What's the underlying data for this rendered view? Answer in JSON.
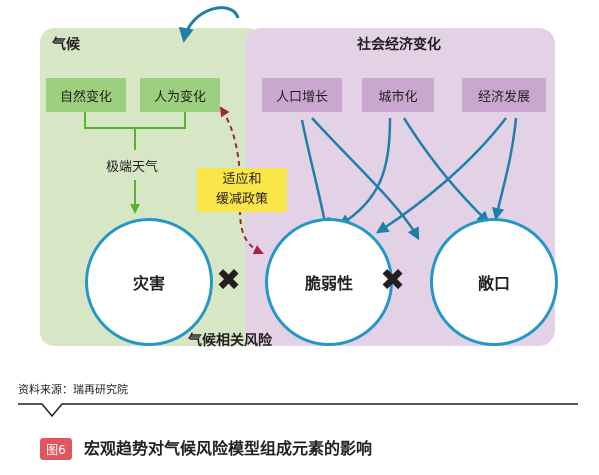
{
  "climate_panel": {
    "title": "气候",
    "natural_change": "自然变化",
    "human_change": "人为变化",
    "extreme_weather": "极端天气"
  },
  "social_panel": {
    "title": "社会经济变化",
    "population_growth": "人口增长",
    "urbanization": "城市化",
    "economic_development": "经济发展"
  },
  "policy": {
    "line1": "适应和",
    "line2": "缓减政策"
  },
  "circles": {
    "disaster": "灾害",
    "vulnerability": "脆弱性",
    "exposure": "敞口"
  },
  "operator": "✖",
  "risk_label": "气候相关风险",
  "source": "资料来源：瑞再研究院",
  "figure": {
    "badge": "图6",
    "title": "宏观趋势对气候风险模型组成元素的影响"
  },
  "colors": {
    "green_panel": "#d7e7c6",
    "green_tag": "#9ccf7e",
    "purple_panel": "#e3d2e5",
    "purple_tag": "#c9a7cf",
    "policy_yellow": "#fbe64a",
    "blue_arrow": "#1f7fa8",
    "green_arrow": "#5ab233",
    "dashed_red": "#a3243b",
    "badge_red": "#e0565d"
  }
}
